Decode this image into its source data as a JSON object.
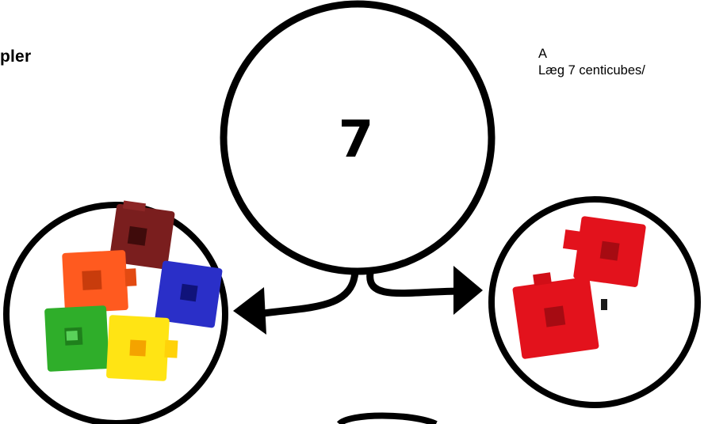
{
  "heading": {
    "text": "pler"
  },
  "instruction": {
    "label": "A",
    "text": "Læg 7 centicubes/"
  },
  "whole": {
    "value": "7"
  },
  "left_part": {
    "cubes": [
      {
        "color": "#7a1e1e",
        "name": "dark-red"
      },
      {
        "color": "#ff5a1f",
        "name": "orange"
      },
      {
        "color": "#2a2fc8",
        "name": "blue"
      },
      {
        "color": "#2fae2a",
        "name": "green"
      },
      {
        "color": "#ffe414",
        "name": "yellow"
      }
    ]
  },
  "right_part": {
    "cubes": [
      {
        "color": "#e3121c",
        "name": "red"
      },
      {
        "color": "#e3121c",
        "name": "red"
      }
    ]
  }
}
